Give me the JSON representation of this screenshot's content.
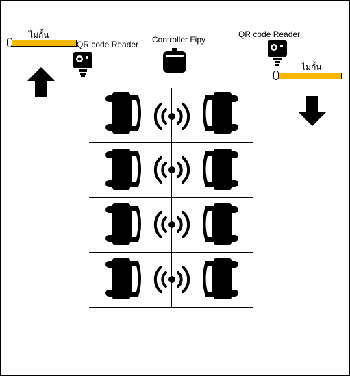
{
  "labels": {
    "barrier_left": "ไม่กั้น",
    "barrier_right": "ไม่กั้น",
    "reader_left": "QR code Reader",
    "reader_right": "QR code Reader",
    "controller": "Controller Fipy"
  },
  "icons": {
    "arrow_up": "arrow-up-icon",
    "arrow_down": "arrow-down-icon",
    "camera": "camera-icon",
    "controller": "controller-icon",
    "car_left": "car-left-icon",
    "car_right": "car-right-icon",
    "wireless": "wireless-signal-icon"
  },
  "colors": {
    "barrier_fill": "#f5b800",
    "stroke": "#000000",
    "icon": "#000000"
  },
  "slots": [
    "slot-1",
    "slot-2",
    "slot-3",
    "slot-4"
  ]
}
